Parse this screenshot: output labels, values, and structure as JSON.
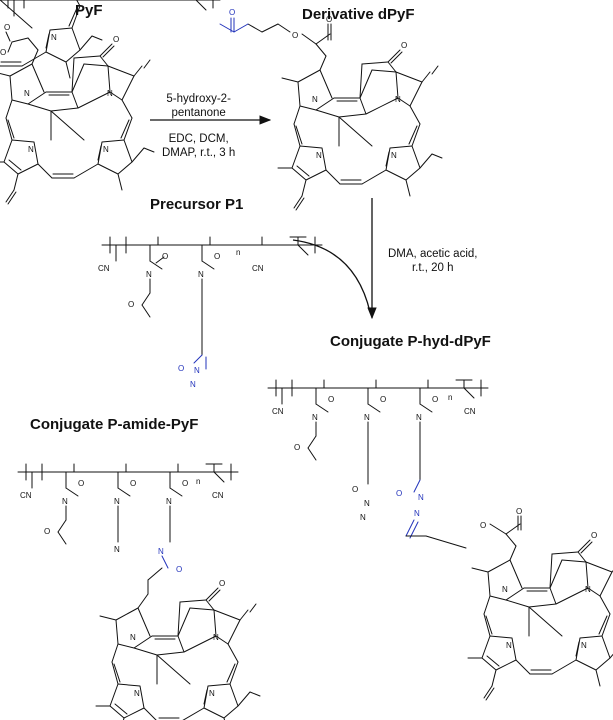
{
  "titles": {
    "pyf": "PyF",
    "dpyf": "Derivative dPyF",
    "p1": "Precursor P1",
    "phyd": "Conjugate P-hyd-dPyF",
    "pamide": "Conjugate P-amide-PyF"
  },
  "conditions": {
    "step1": [
      "5-hydroxy-2-",
      "pentanone",
      "EDC, DCM,",
      "DMAP, r.t., 3 h"
    ],
    "step2": [
      "DMA, acetic acid,",
      "r.t., 20 h"
    ]
  },
  "atoms": {
    "n": "N",
    "o": "O",
    "cn": "CN",
    "repeat": "n"
  },
  "colors": {
    "bond": "#111111",
    "highlight": "#2233bb"
  }
}
